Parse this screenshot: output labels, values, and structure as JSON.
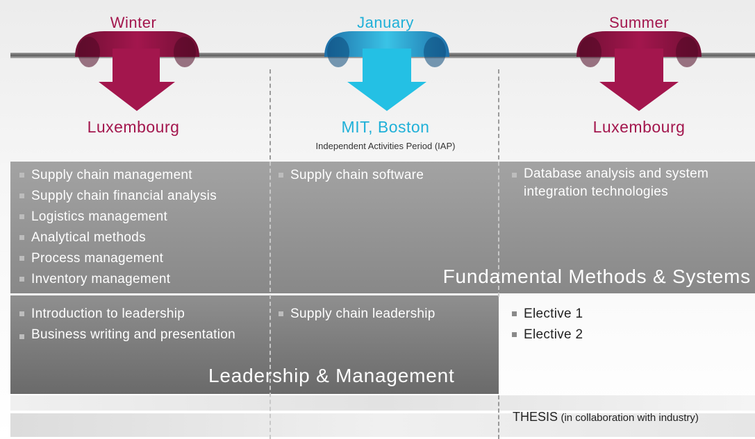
{
  "colors": {
    "crimson": "#a3164d",
    "cyan": "#1fb0d8",
    "band_top": "#9b9b9b",
    "band_bottom": "#6f6f6f"
  },
  "terms": [
    {
      "term": "Winter",
      "location": "Luxembourg",
      "color": "#a3164d"
    },
    {
      "term": "January",
      "location": "MIT, Boston",
      "subtitle": "Independent Activities Period (IAP)",
      "color": "#1fb0d8"
    },
    {
      "term": "Summer",
      "location": "Luxembourg",
      "color": "#a3164d"
    }
  ],
  "fundamental": {
    "label": "Fundamental Methods & Systems",
    "col1": [
      "Supply chain management",
      "Supply chain financial analysis",
      "Logistics management",
      "Analytical methods",
      "Process management",
      "Inventory management"
    ],
    "col2": [
      "Supply chain software"
    ],
    "col3": [
      "Database analysis and system integration technologies"
    ]
  },
  "leadership": {
    "label": "Leadership & Management",
    "col1": [
      "Introduction to leadership",
      "Business writing and presentation"
    ],
    "col2": [
      "Supply chain leadership"
    ]
  },
  "electives": [
    "Elective 1",
    "Elective 2"
  ],
  "thesis": {
    "title": "THESIS",
    "note": "(in collaboration with industry)"
  }
}
